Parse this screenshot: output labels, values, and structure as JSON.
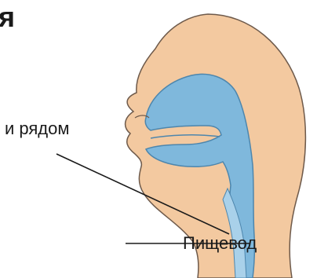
{
  "heading_fragment": "я",
  "labels": {
    "nearby": "и рядом",
    "esophagus": "Пищевод"
  },
  "colors": {
    "skin": "#f3c9a0",
    "skin_outline": "#6e5a4b",
    "airway": "#7fb8dc",
    "airway_outline": "#4d86ad",
    "leader_line": "#1a1a1a"
  }
}
